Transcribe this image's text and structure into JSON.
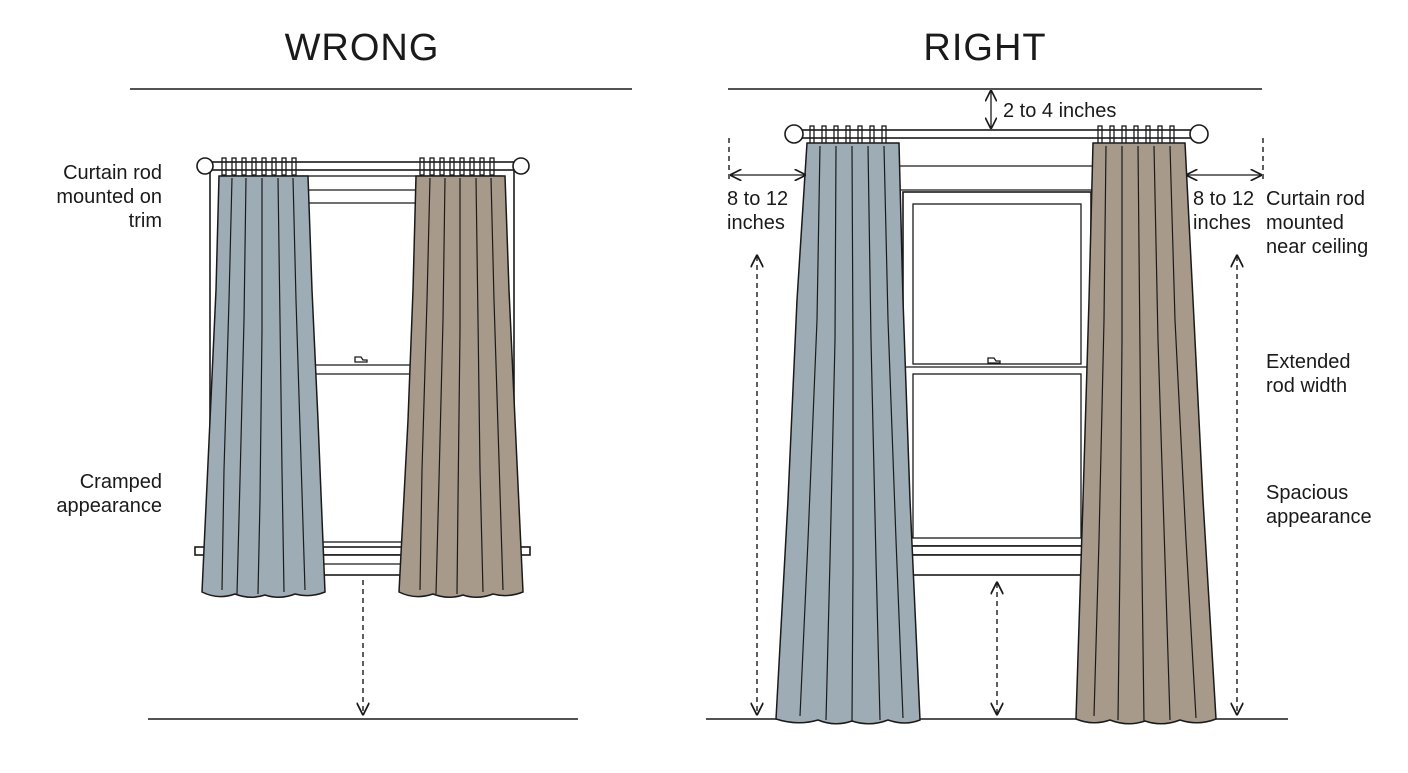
{
  "wrong": {
    "heading": "WRONG",
    "labels": {
      "rod_line1": "Curtain rod",
      "rod_line2": "mounted on",
      "rod_line3": "trim",
      "cramped_line1": "Cramped",
      "cramped_line2": "appearance"
    }
  },
  "right": {
    "heading": "RIGHT",
    "labels": {
      "gap": "2 to 4 inches",
      "left_ext_line1": "8 to 12",
      "left_ext_line2": "inches",
      "right_ext_line1": "8 to 12",
      "right_ext_line2": "inches",
      "rod_line1": "Curtain rod",
      "rod_line2": "mounted",
      "rod_line3": "near ceiling",
      "extended_line1": "Extended",
      "extended_line2": "rod width",
      "spacious_line1": "Spacious",
      "spacious_line2": "appearance"
    }
  },
  "colors": {
    "blue_curtain": "#9eadb5",
    "taupe_curtain": "#a89a8a",
    "line": "#1a1a1a",
    "background": "#ffffff"
  }
}
